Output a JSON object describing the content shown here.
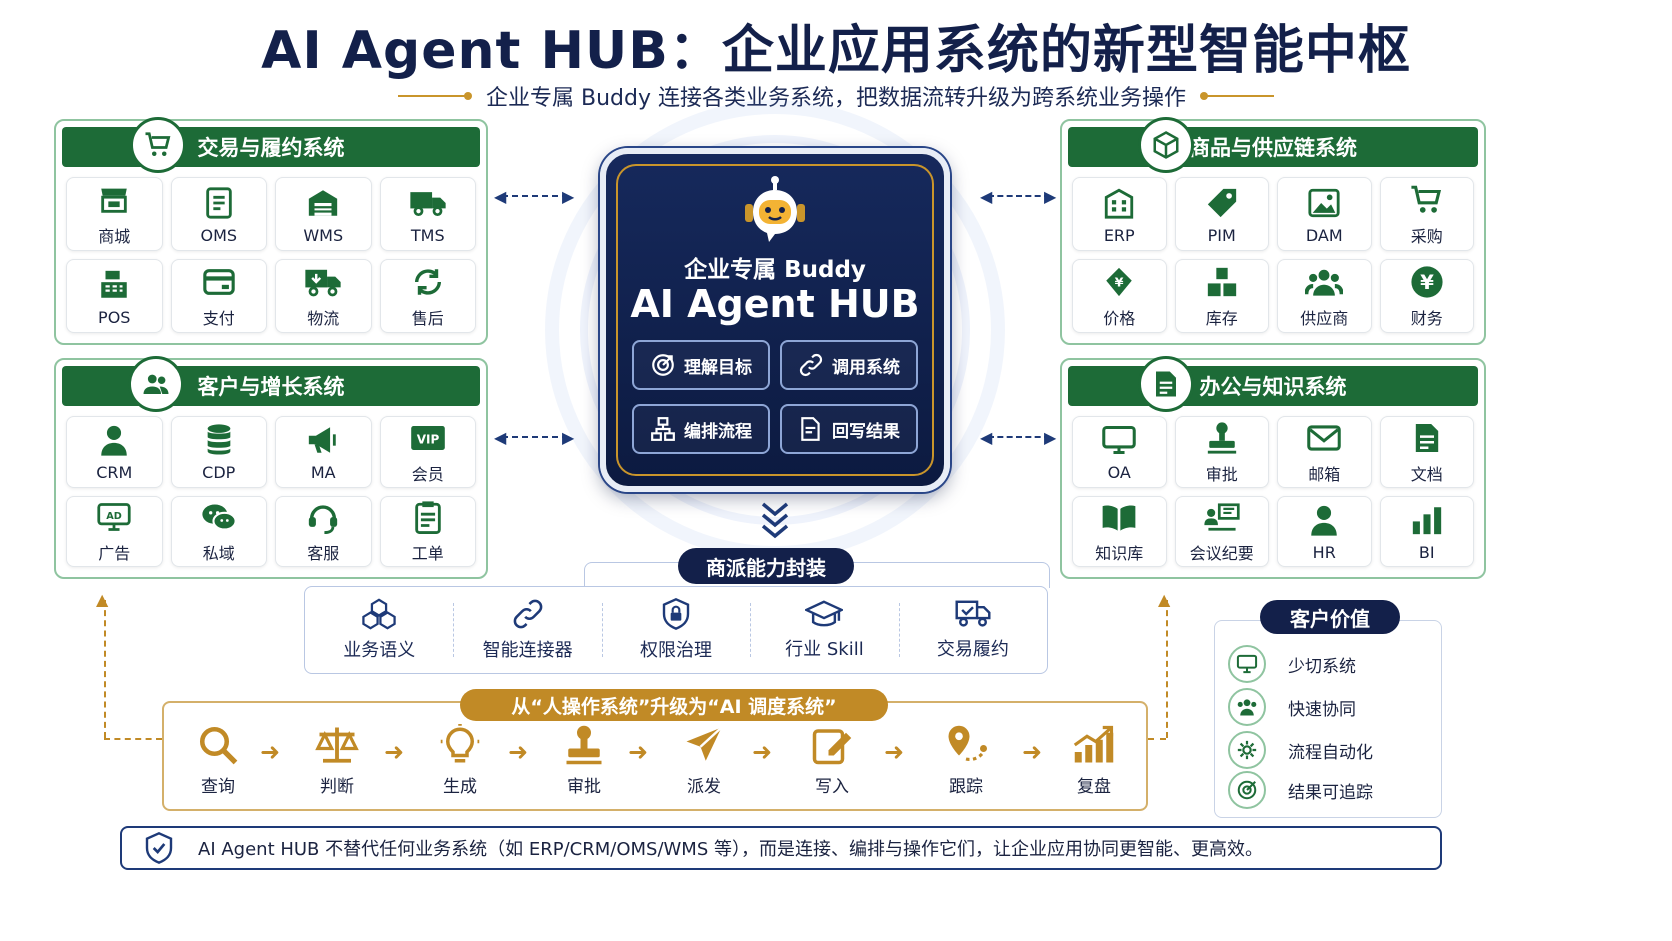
{
  "header": {
    "title": "AI Agent HUB：企业应用系统的新型智能中枢",
    "subtitle": "企业专属 Buddy 连接各类业务系统，把数据流转升级为跨系统业务操作"
  },
  "panels": {
    "trade": {
      "title": "交易与履约系统",
      "icon": "cart-icon",
      "items": [
        {
          "label": "商城",
          "icon": "store-icon"
        },
        {
          "label": "OMS",
          "icon": "document-icon"
        },
        {
          "label": "WMS",
          "icon": "warehouse-icon"
        },
        {
          "label": "TMS",
          "icon": "truck-icon"
        },
        {
          "label": "POS",
          "icon": "cash-register-icon"
        },
        {
          "label": "支付",
          "icon": "wallet-icon"
        },
        {
          "label": "物流",
          "icon": "delivery-icon"
        },
        {
          "label": "售后",
          "icon": "refresh-icon"
        }
      ]
    },
    "customer": {
      "title": "客户与增长系统",
      "icon": "users-icon",
      "items": [
        {
          "label": "CRM",
          "icon": "person-icon"
        },
        {
          "label": "CDP",
          "icon": "database-icon"
        },
        {
          "label": "MA",
          "icon": "megaphone-icon"
        },
        {
          "label": "会员",
          "icon": "vip-icon"
        },
        {
          "label": "广告",
          "icon": "ad-monitor-icon"
        },
        {
          "label": "私域",
          "icon": "wechat-icon"
        },
        {
          "label": "客服",
          "icon": "headset-icon"
        },
        {
          "label": "工单",
          "icon": "clipboard-icon"
        }
      ]
    },
    "goods": {
      "title": "商品与供应链系统",
      "icon": "cube-icon",
      "items": [
        {
          "label": "ERP",
          "icon": "building-icon"
        },
        {
          "label": "PIM",
          "icon": "tag-icon"
        },
        {
          "label": "DAM",
          "icon": "image-icon"
        },
        {
          "label": "采购",
          "icon": "cart-icon"
        },
        {
          "label": "价格",
          "icon": "price-tag-icon"
        },
        {
          "label": "库存",
          "icon": "boxes-icon"
        },
        {
          "label": "供应商",
          "icon": "group-icon"
        },
        {
          "label": "财务",
          "icon": "yen-icon"
        }
      ]
    },
    "office": {
      "title": "办公与知识系统",
      "icon": "file-icon",
      "items": [
        {
          "label": "OA",
          "icon": "monitor-icon"
        },
        {
          "label": "审批",
          "icon": "stamp-icon"
        },
        {
          "label": "邮箱",
          "icon": "mail-icon"
        },
        {
          "label": "文档",
          "icon": "doc-icon"
        },
        {
          "label": "知识库",
          "icon": "book-icon"
        },
        {
          "label": "会议纪要",
          "icon": "meeting-icon"
        },
        {
          "label": "HR",
          "icon": "person-icon"
        },
        {
          "label": "BI",
          "icon": "bar-chart-icon"
        }
      ]
    }
  },
  "hub": {
    "subtitle": "企业专属 Buddy",
    "title": "AI Agent HUB",
    "buttons": [
      "理解目标",
      "调用系统",
      "编排流程",
      "回写结果"
    ]
  },
  "capabilities": {
    "title": "商派能力封装",
    "items": [
      "业务语义",
      "智能连接器",
      "权限治理",
      "行业 Skill",
      "交易履约"
    ]
  },
  "flow": {
    "title": "从“人操作系统”升级为“AI 调度系统”",
    "steps": [
      "查询",
      "判断",
      "生成",
      "审批",
      "派发",
      "写入",
      "跟踪",
      "复盘"
    ]
  },
  "value": {
    "title": "客户价值",
    "items": [
      "少切系统",
      "快速协同",
      "流程自动化",
      "结果可追踪"
    ]
  },
  "footer": {
    "text": "AI Agent HUB 不替代任何业务系统（如 ERP/CRM/OMS/WMS 等），而是连接、编排与操作它们，让企业应用协同更智能、更高效。"
  },
  "colors": {
    "green": "#1d6b37",
    "navy": "#13204a",
    "gold": "#c18a26"
  }
}
